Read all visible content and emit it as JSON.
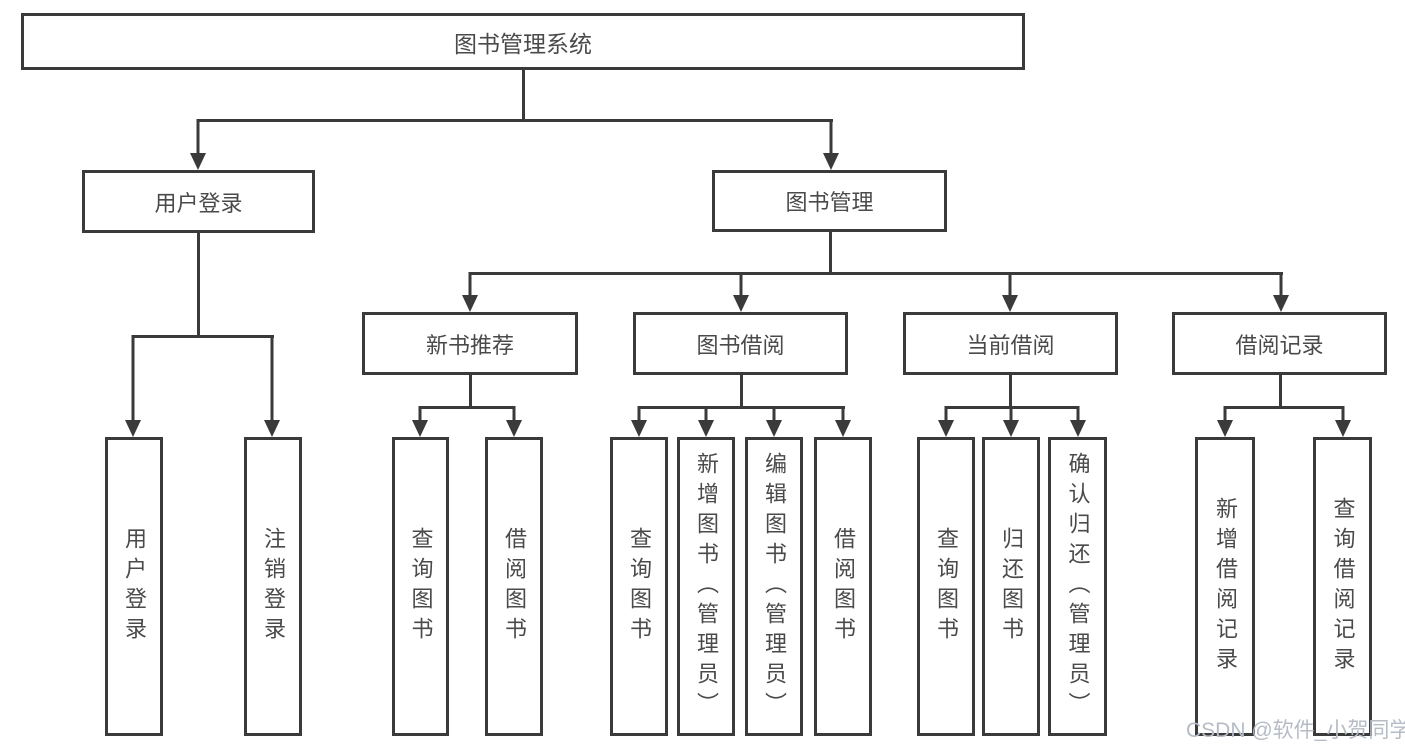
{
  "diagram": {
    "root": {
      "label": "图书管理系统",
      "children": [
        {
          "label": "用户登录",
          "children": [
            {
              "label": "用户登录"
            },
            {
              "label": "注销登录"
            }
          ]
        },
        {
          "label": "图书管理",
          "children": [
            {
              "label": "新书推荐",
              "children": [
                {
                  "label": "查询图书"
                },
                {
                  "label": "借阅图书"
                }
              ]
            },
            {
              "label": "图书借阅",
              "children": [
                {
                  "label": "查询图书"
                },
                {
                  "label": "新增图书（管理员）"
                },
                {
                  "label": "编辑图书（管理员）"
                },
                {
                  "label": "借阅图书"
                }
              ]
            },
            {
              "label": "当前借阅",
              "children": [
                {
                  "label": "查询图书"
                },
                {
                  "label": "归还图书"
                },
                {
                  "label": "确认归还（管理员）"
                }
              ]
            },
            {
              "label": "借阅记录",
              "children": [
                {
                  "label": "新增借阅记录"
                },
                {
                  "label": "查询借阅记录"
                }
              ]
            }
          ]
        }
      ]
    }
  },
  "watermark": {
    "text": "CSDN @软件_小贺同学"
  },
  "colors": {
    "line": "#3a3a3a",
    "text": "#4a4a4a",
    "background": "#ffffff",
    "watermark": "#b6bcc6"
  }
}
